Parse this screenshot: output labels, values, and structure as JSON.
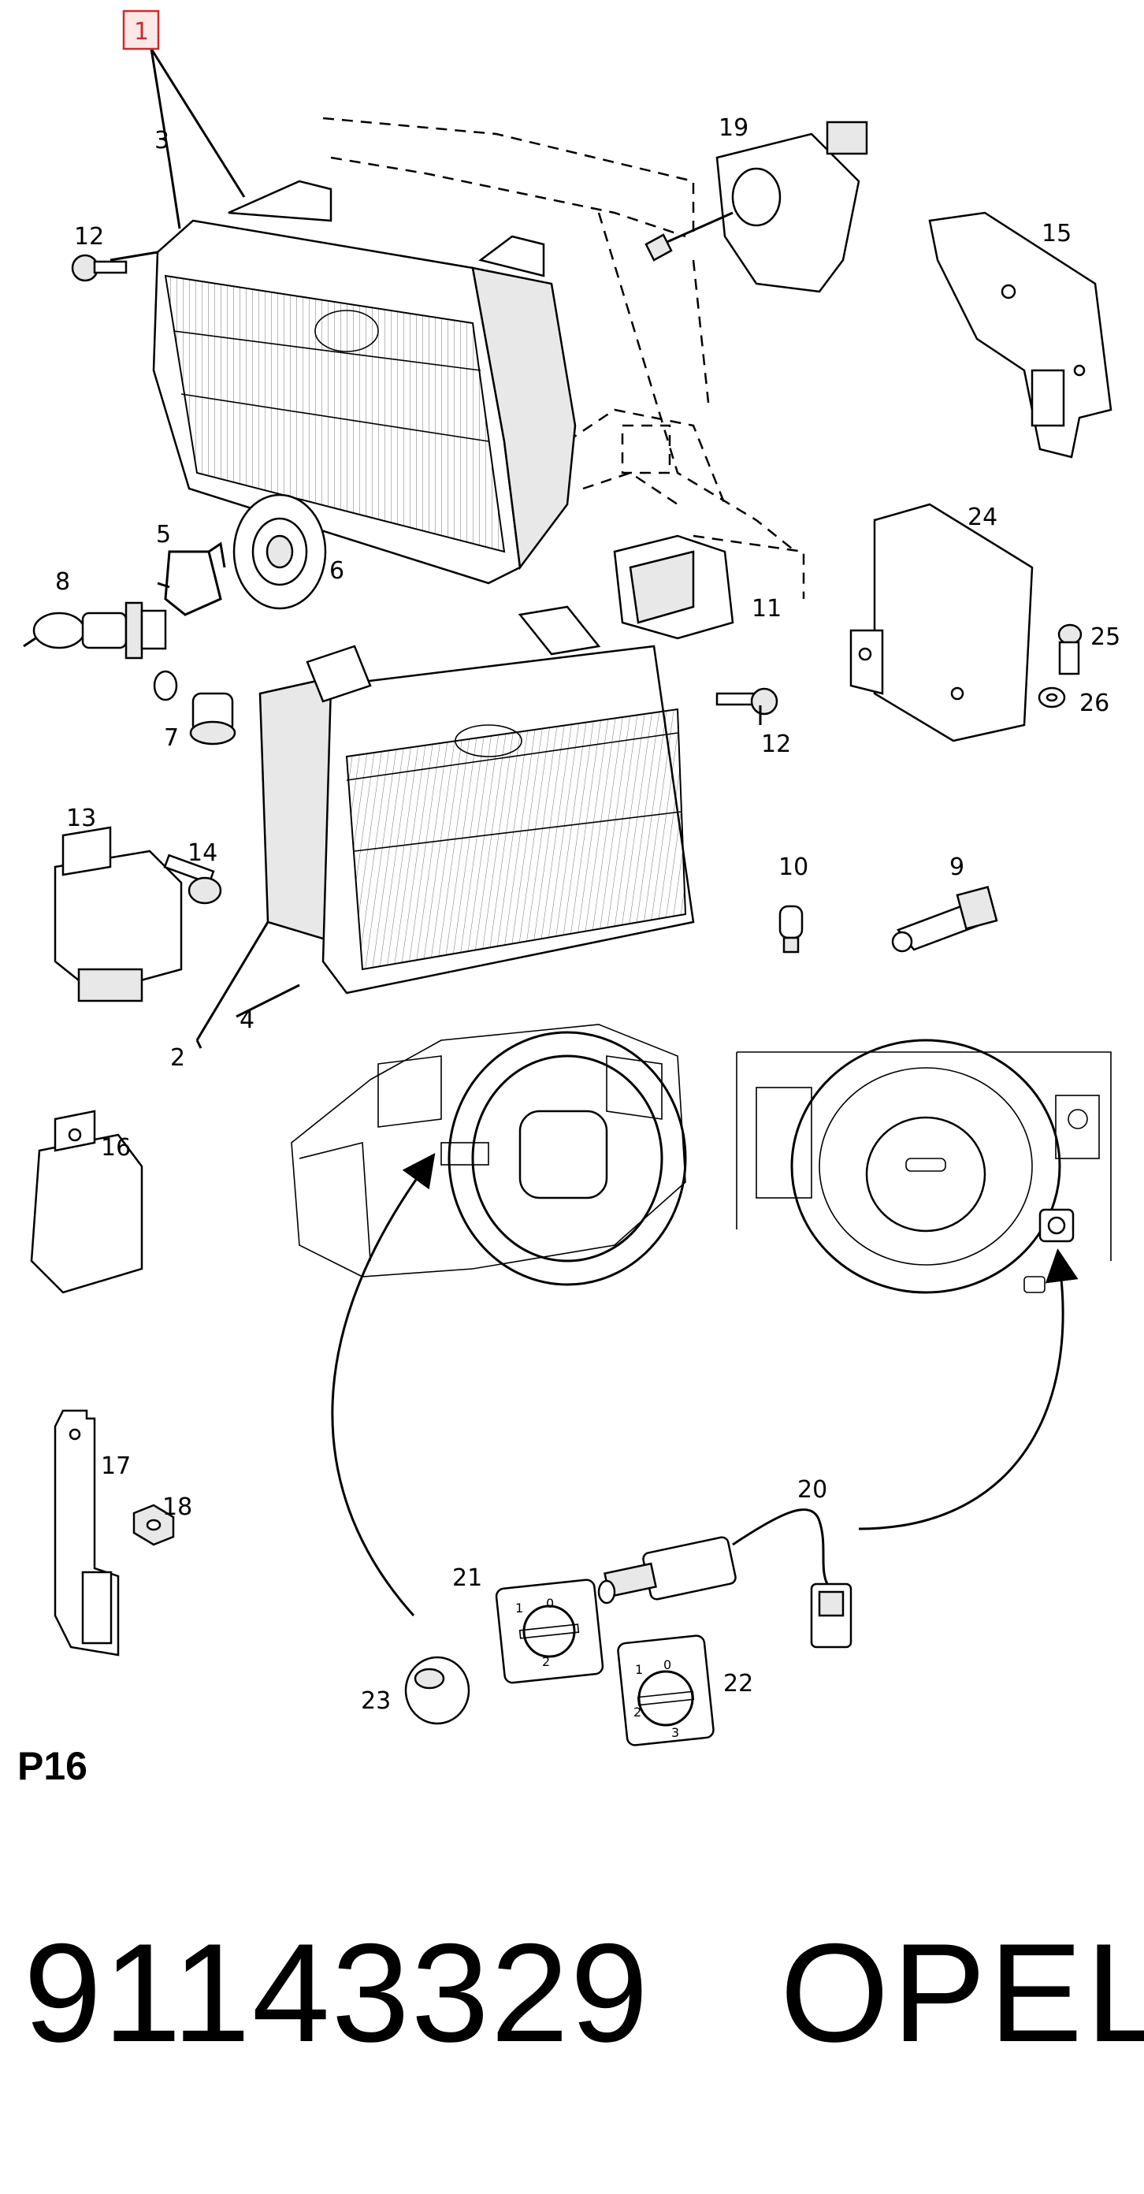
{
  "diagram": {
    "section": "P16",
    "part_number": "91143329",
    "brand": "OPEL",
    "highlighted_callout": "1",
    "callouts": {
      "c1": "1",
      "c2": "2",
      "c3": "3",
      "c4": "4",
      "c5": "5",
      "c6": "6",
      "c7": "7",
      "c8": "8",
      "c9": "9",
      "c10": "10",
      "c12a": "12",
      "c12b": "12",
      "c13": "13",
      "c14": "14",
      "c15": "15",
      "c16": "16",
      "c17": "17",
      "c18": "18",
      "c19": "19",
      "c20": "20",
      "c21": "21",
      "c22": "22",
      "c23": "23",
      "c24": "24",
      "c25": "25",
      "c26": "26",
      "c11": "11"
    },
    "switch_marks": {
      "s21_0": "0",
      "s21_1": "1",
      "s21_2": "2",
      "s22_0": "0",
      "s22_1": "1",
      "s22_2": "2",
      "s22_3": "3"
    },
    "highlight_color": "#cc2b2b"
  }
}
